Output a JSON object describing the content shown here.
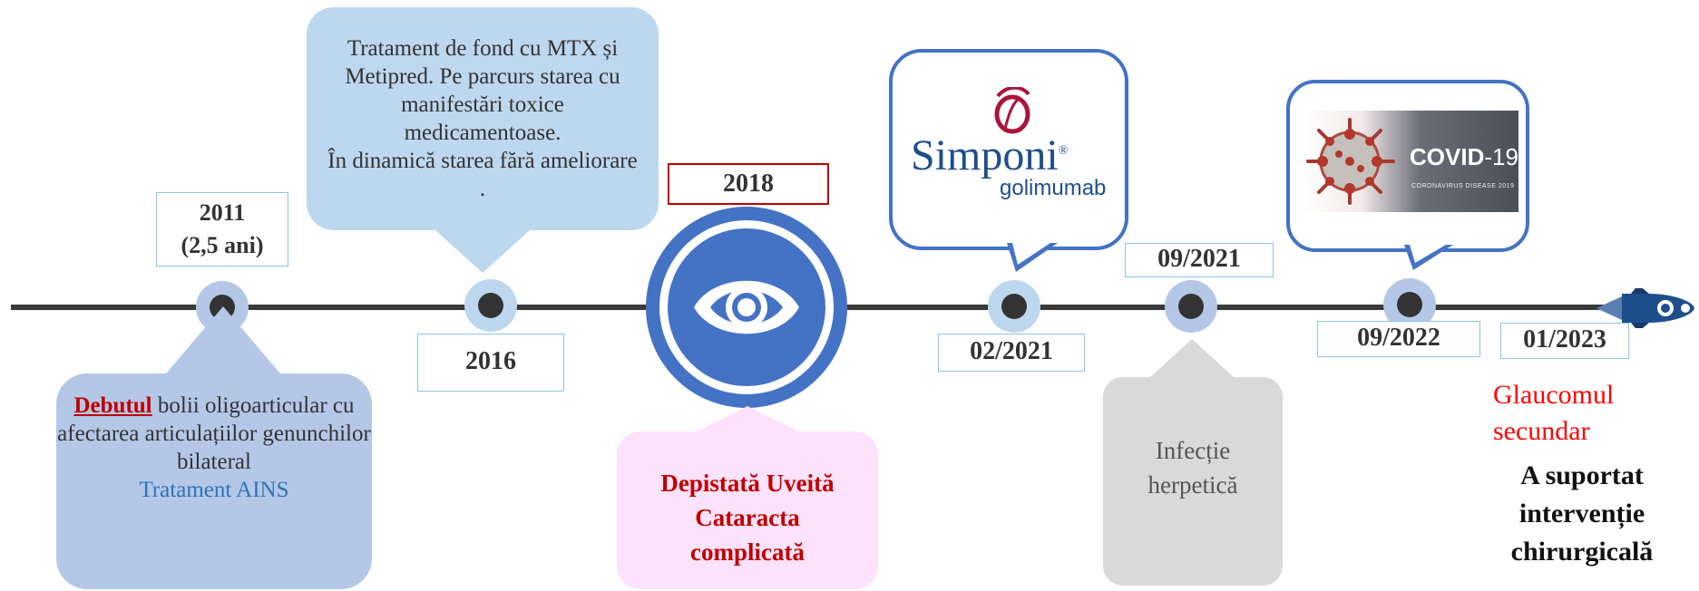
{
  "events": {
    "e2011": {
      "date_line1": "2011",
      "date_line2": "(2,5 ani)"
    },
    "e2016": {
      "date": "2016"
    },
    "e2018": {
      "date": "2018"
    },
    "e2021a": {
      "date": "02/2021"
    },
    "e2021b": {
      "date": "09/2021"
    },
    "e2022": {
      "date": "09/2022"
    },
    "e2023": {
      "date": "01/2023"
    }
  },
  "notes": {
    "debut": {
      "highlight": "Debutul",
      "text_rest": " bolii oligoarticular  cu afectarea articulațiilor genunchilor bilateral",
      "treatment": "Tratament AINS"
    },
    "mtx": {
      "line1": "Tratament de fond cu MTX și",
      "line2": "Metipred. Pe parcurs starea cu",
      "line3": "manifestări toxice",
      "line4": "medicamentoase.",
      "line5": "În dinamică starea fără ameliorare",
      "line6": "."
    },
    "uveita": {
      "line1": "Depistată Uveită",
      "line2": "Cataracta",
      "line3": "complicată"
    },
    "simponi": {
      "brand": "Simponi",
      "generic": "golimumab"
    },
    "herpes": {
      "line1": "Infecție",
      "line2": "herpetică"
    },
    "covid": {
      "brand": "COVID",
      "suffix": "-19",
      "subtitle": "CORONAVIRUS DISEASE 2019"
    },
    "glaucom": {
      "red1": "Glaucomul",
      "red2": "secundar",
      "b1": "A suportat",
      "b2": "intervenție",
      "b3": "chirurgicală"
    }
  },
  "colors": {
    "axis": "#3a3a3a",
    "halo_blue": "#b4c7e7",
    "halo_light": "#bdd7ee",
    "eye_blue": "#4472c4",
    "red_text": "#c00000",
    "bright_red": "#ff0000",
    "link_blue": "#2e75b6",
    "pink_box": "#fde2fb",
    "gray_box": "#d9d9d9",
    "debut_box": "#b4c7e7",
    "mtx_box": "#bdd7ee"
  }
}
